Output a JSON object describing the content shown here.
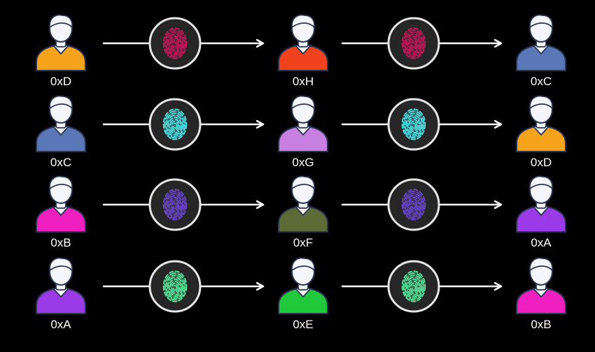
{
  "rows": [
    {
      "left": {
        "label": "0xD",
        "shirt": "#f5a31a"
      },
      "mid": {
        "label": "0xH",
        "shirt": "#f0421c"
      },
      "right": {
        "label": "0xC",
        "shirt": "#5a78b8"
      },
      "print": "#c0185a"
    },
    {
      "left": {
        "label": "0xC",
        "shirt": "#5a78b8"
      },
      "mid": {
        "label": "0xG",
        "shirt": "#c77fe0"
      },
      "right": {
        "label": "0xD",
        "shirt": "#f5a31a"
      },
      "print": "#4fe3e8"
    },
    {
      "left": {
        "label": "0xB",
        "shirt": "#f020c0"
      },
      "mid": {
        "label": "0xF",
        "shirt": "#5e6b36"
      },
      "right": {
        "label": "0xA",
        "shirt": "#9b3be8"
      },
      "print": "#6a45c8"
    },
    {
      "left": {
        "label": "0xA",
        "shirt": "#9b3be8"
      },
      "mid": {
        "label": "0xE",
        "shirt": "#22c83c"
      },
      "right": {
        "label": "0xB",
        "shirt": "#f020c0"
      },
      "print": "#5ae89a"
    }
  ],
  "colors": {
    "background": "#000000",
    "arrow": "#ffffff",
    "head": "#f4f6fb",
    "outline": "#2a3554",
    "circle_stroke": "#e6e6e6",
    "circle_fill": "#262626"
  },
  "icons": {
    "person": "user-icon",
    "fingerprint": "fingerprint-icon"
  }
}
